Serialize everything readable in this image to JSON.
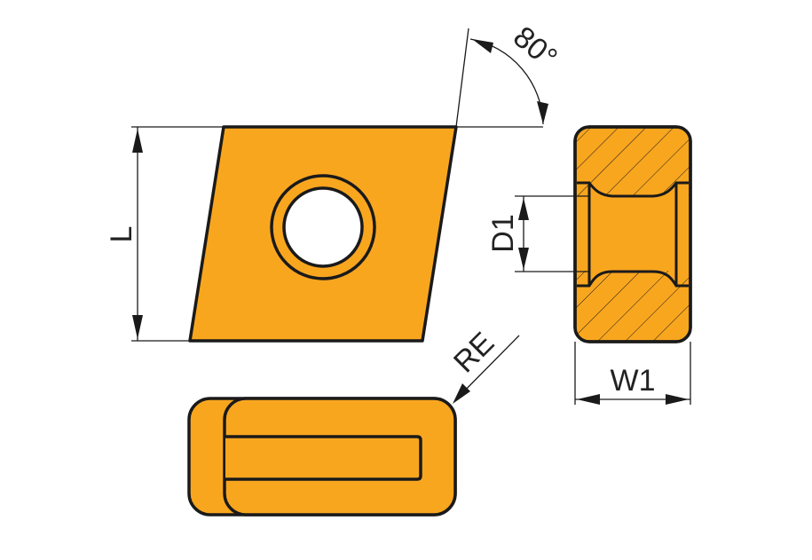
{
  "diagram": {
    "title_labels": {
      "length": "L",
      "angle": "80°",
      "hole_diameter": "D1",
      "width": "W1",
      "corner_radius": "RE"
    },
    "colors": {
      "insert_fill": "#F9A61F",
      "outline": "#1a1a1a"
    }
  }
}
